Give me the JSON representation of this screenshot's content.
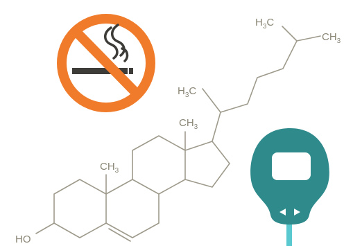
{
  "colors": {
    "bond": "#9e9a8c",
    "label": "#8a8676",
    "no_smoking_ring": "#f07c2b",
    "cigarette": "#3e3c38",
    "device_body": "#2f8a8c",
    "device_cable": "#59c9cf",
    "device_screen": "#ffffff",
    "background": "#ffffff"
  },
  "icons": {
    "no_smoking": "no-smoking-icon",
    "glucose_meter": "glucose-meter-icon"
  },
  "molecule": {
    "labels": {
      "top_ch3_a": "H",
      "top_ch3_a_sub": "3",
      "top_ch3_a_tail": "C",
      "top_ch3_b": "CH",
      "top_ch3_b_sub": "3",
      "side_ch3": "H",
      "side_ch3_sub": "3",
      "side_ch3_tail": "C",
      "methyl_upper": "CH",
      "methyl_upper_sub": "3",
      "methyl_lower": "CH",
      "methyl_lower_sub": "3",
      "hydroxyl": "HO"
    }
  }
}
